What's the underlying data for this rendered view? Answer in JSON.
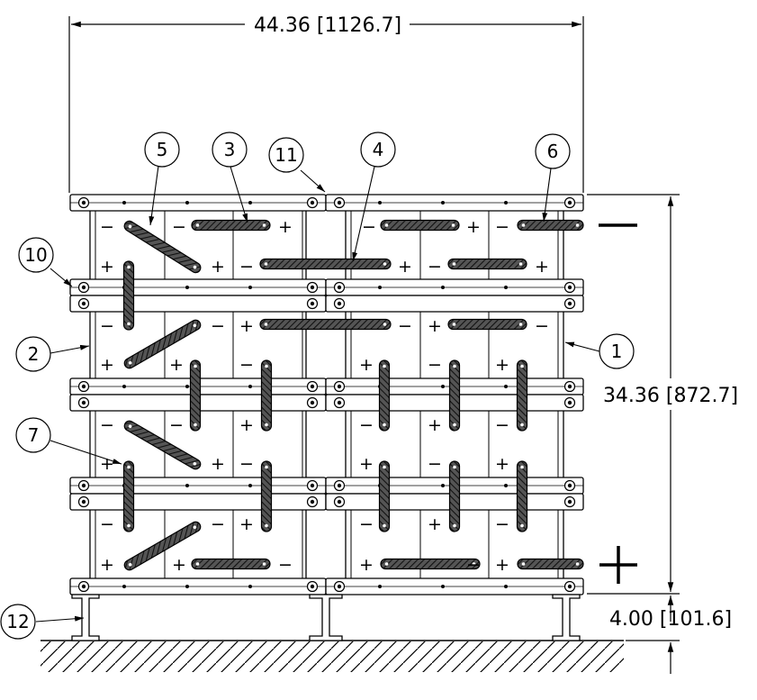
{
  "dimensions": {
    "width": "44.36  [1126.7]",
    "height": "34.36  [872.7]",
    "base_height": "4.00  [101.6]"
  },
  "callouts": [
    "1",
    "2",
    "3",
    "4",
    "5",
    "6",
    "7",
    "10",
    "11",
    "12"
  ],
  "terminals": {
    "negative": "—",
    "positive": "+"
  },
  "cell_signs": {
    "plus": "+",
    "minus": "−"
  }
}
